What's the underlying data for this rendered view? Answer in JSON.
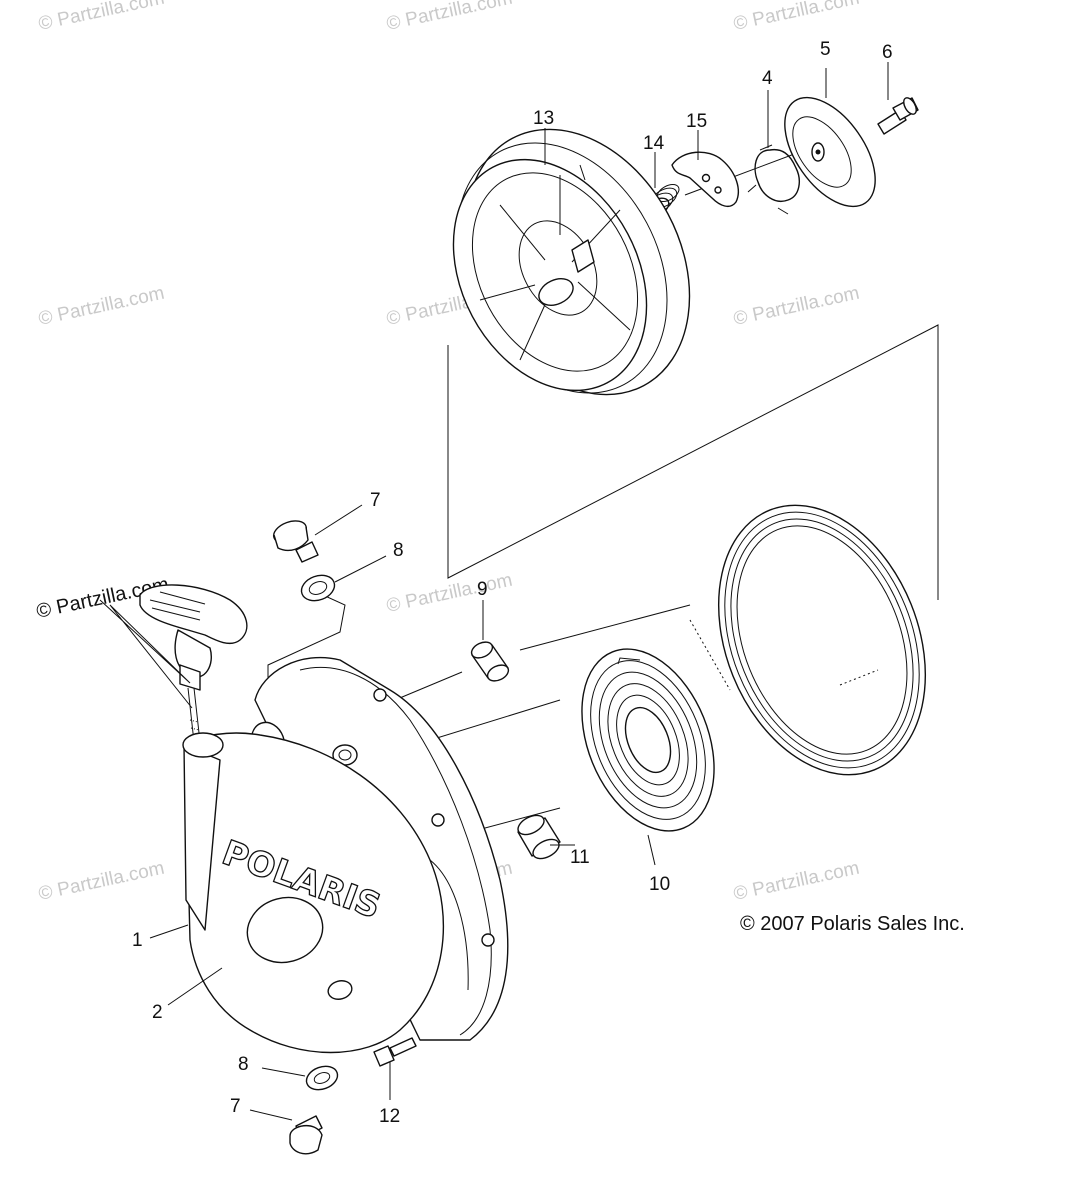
{
  "diagram": {
    "copyright": "© 2007 Polaris Sales Inc.",
    "brand_logo": "POLARIS",
    "watermark": "© Partzilla.com",
    "callouts": [
      "1",
      "2",
      "4",
      "5",
      "6",
      "7",
      "7",
      "8",
      "8",
      "9",
      "10",
      "11",
      "12",
      "13",
      "14",
      "15"
    ]
  }
}
